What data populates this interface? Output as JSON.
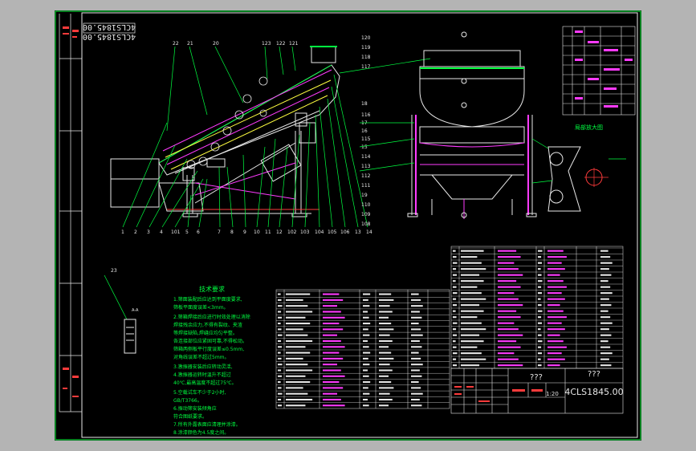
{
  "drawing": {
    "number": "4CLS1845.00",
    "number_mirrored": "4CLS1845.00",
    "title_placeholder": "???",
    "title_placeholder_right": "???",
    "scale": "1:20"
  },
  "tech_requirements": {
    "heading": "技术要求",
    "lines": [
      "1.筛面装配后应达到平面度要求,",
      "  筛板平面度误差<3mm。",
      "2.筛箱焊接后应进行时效处理以消除",
      "  焊接残余应力,不得有裂纹、夹渣",
      "  等焊接缺陷,焊缝应均匀平整。",
      "  各连接部位应紧固可靠,不得松动。",
      "  筛箱两侧板平行度误差≤0.5mm,",
      "  对角线误差不超过5mm。",
      "3.激振器安装后应转动灵活,",
      "4.激振器运转时温升不超过",
      "  40℃,最高温度不超过75℃。",
      "5.空载试车不少于2小时,",
      "  GB/T3766。",
      "6.振动筛安装倾角应",
      "  符合图纸要求。",
      "7.所有外露表面应清理并涂漆。",
      "8.涂漆颜色为4.5度之间。"
    ]
  },
  "balloons_bottom": [
    "1",
    "2",
    "3",
    "4",
    "101",
    "5",
    "6",
    "7",
    "8",
    "9",
    "10",
    "11",
    "12",
    "102",
    "103",
    "104",
    "105",
    "106",
    "13",
    "14"
  ],
  "balloons_top": [
    "22",
    "21",
    "20",
    "123",
    "122",
    "121"
  ],
  "balloons_right_col": [
    "120",
    "119",
    "118",
    "117"
  ],
  "balloons_side": [
    "18",
    "116",
    "17",
    "16",
    "115",
    "15",
    "114",
    "113",
    "112",
    "111",
    "19",
    "110",
    "109",
    "108"
  ],
  "balloon_left": "23",
  "section_label": "A-A",
  "detail_label": "局部放大图"
}
